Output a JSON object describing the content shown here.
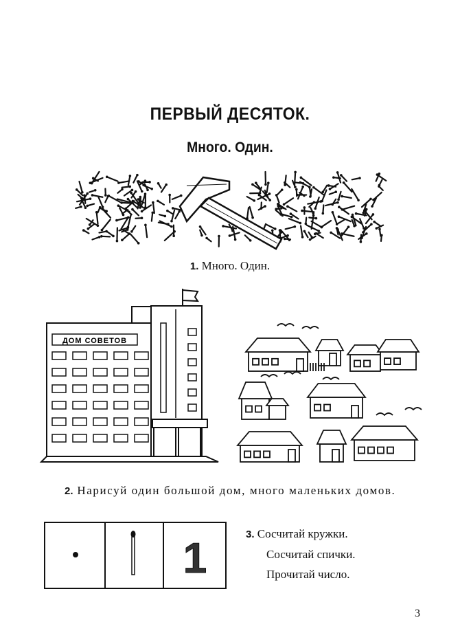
{
  "page": {
    "title": "ПЕРВЫЙ ДЕСЯТОК.",
    "subtitle": "Много. Один.",
    "page_number": "3"
  },
  "figure1": {
    "number": "1.",
    "caption": "Много. Один.",
    "building_sign": "ДОМ СОВЕТОВ"
  },
  "task2": {
    "number": "2.",
    "text": "Нарисуй один большой дом, много маленьких домов."
  },
  "task3": {
    "number": "3.",
    "lines": [
      "Сосчитай кружки.",
      "Сосчитай спички.",
      "Прочитай число."
    ],
    "digit": "1"
  },
  "icons": [
    "nails",
    "hammer",
    "big-building",
    "small-houses",
    "dot",
    "match",
    "digit-card"
  ]
}
